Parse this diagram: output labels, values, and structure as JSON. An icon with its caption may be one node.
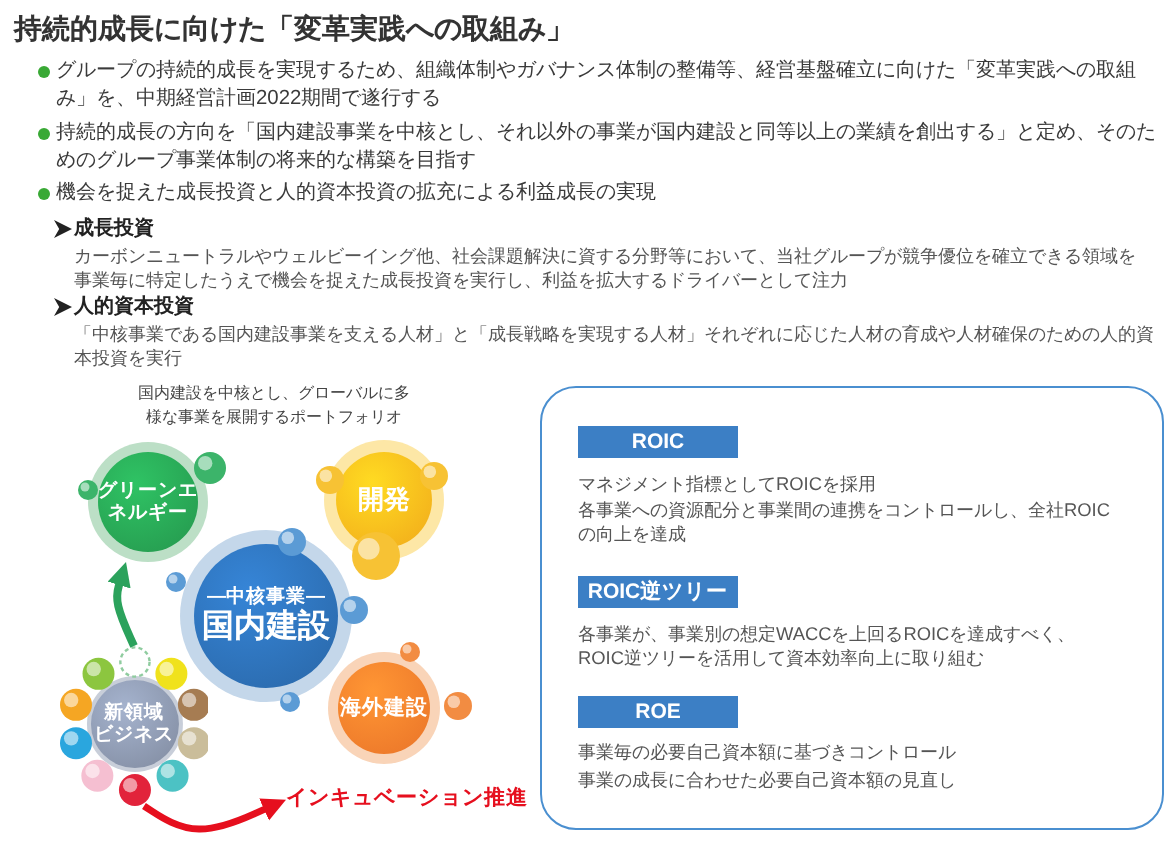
{
  "diagram": {
    "title": "持続的成長に向けた「変革実践への取組み」",
    "nodes": [
      {
        "text": [
          "グリーンエネルギー"
        ]
      },
      {
        "text": [
          "開発"
        ]
      },
      {
        "text": [
          "―中核事業―",
          "国内建設"
        ]
      },
      {
        "text": [
          "海外建設"
        ]
      },
      {
        "text": [
          "新領域ビジネス"
        ]
      },
      {
        "text": [
          "インキュベーション推進"
        ]
      },
      {
        "text": [
          "マネジメント指標としてROICを採用",
          "各事業への資源配分と事業間の連携をコントロールし、全社ROICの向上を達成",
          "各事業が、事業別の想定WACCを上回るROICを達成すべく、ROIC逆ツリーを活用して資本効率向上に取り組む",
          "事業毎の必要自己資本額に基づきコントロール",
          "事業の成長に合わせた必要自己資本額の見直し"
        ]
      },
      {
        "text": [
          "ROIC"
        ],
        "in": 6
      },
      {
        "text": [
          "ROIC逆ツリー"
        ],
        "in": 6
      },
      {
        "text": [
          "ROE"
        ],
        "in": 6
      }
    ],
    "edges": [
      {
        "from": 4,
        "to": 0,
        "arrow": "to",
        "color": "#2ba25c"
      },
      {
        "from": 4,
        "to": 5,
        "arrow": "to",
        "color": "#e60f1e"
      }
    ],
    "labels": [
      "グループの持続的成長を実現するため、組織体制やガバナンス体制の整備等、経営基盤確立に向けた「変革実践への取組み」を、中期経営計画2022期間で遂行する",
      "持続的成長の方向を「国内建設事業を中核とし、それ以外の事業が国内建設と同等以上の業績を創出する」と定め、そのためのグループ事業体制の将来的な構築を目指す",
      "機会を捉えた成長投資と人的資本投資の拡充による利益成長の実現",
      "成長投資",
      "カーボンニュートラルやウェルビーイング他、社会課題解決に資する分野等において、当社グループが競争優位を確立できる領域を事業毎に特定したうえで機会を捉えた成長投資を実行し、利益を拡大するドライバーとして注力",
      "人的資本投資",
      "「中核事業である国内建設事業を支える人材」と「成長戦略を実現する人材」それぞれに応じた人材の育成や人材確保のための人的資本投資を実行",
      "国内建設を中核とし、グローバルに多様な事業を展開するポートフォリオ"
    ]
  }
}
